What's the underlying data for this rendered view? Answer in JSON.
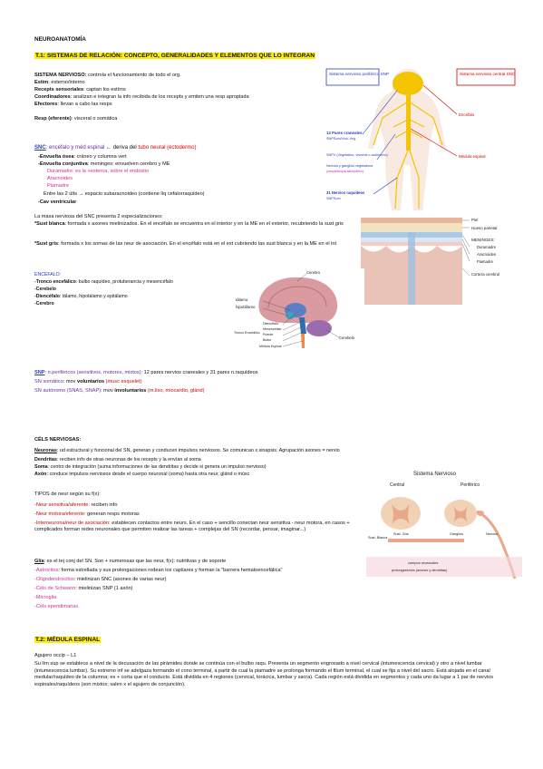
{
  "title": "NEUROANATOMÍA",
  "t1": {
    "heading": "T.1: SISTEMAS DE RELACIÓN: CONCEPTO, GENERALIDADES Y ELEMENTOS QUE LO INTEGRAN",
    "sn_label": "SISTEMA NERVIOSO:",
    "sn_text": " controla el funcionamiento de todo el org.",
    "estim_label": "Estím",
    "estim_text": ": externo/interno",
    "recep_label": "Recepts sensoriales",
    "recep_text": ": captan los estíms",
    "coord_label": "Coordinadores",
    "coord_text": ": analizan e integran la info recibida de los recepts y emiten una resp apropiada",
    "efect_label": "Efectores",
    "efect_text": ": llevan a cabo las resps",
    "resp_label": "Resp (eferente)",
    "resp_text": ": visceral o somática",
    "snc_label": "SNC",
    "snc_desc": ": encéfalo y méd espinal",
    "snc_arrow": " ← deriva del ",
    "snc_tube": "tubo neural (ectodermo)",
    "env_osea_label": "-Envuelta ósea",
    "env_osea_text": ": cráneo y columna vert",
    "env_conj_label": "-Envuelta conjuntiva",
    "env_conj_text": ": meninges: envuelven cerebro y ME",
    "duramadre": "Duramadre: es la +externa, sobre el endostio",
    "aracnoides": "Aracnoides",
    "piamadre": "Piamadre",
    "entre": "Entre las 2 últs → espacio subaracnoideo (contiene líq cefalorraquídeo)",
    "cav_label": "-Cav ventricular",
    "masa": "La masa nerviosa del SNC presenta 2 especializaciones:",
    "blanca_label": "*Sust blanca",
    "blanca_text": ": formada x axones mielinizados. En el encéfalo se encuentra en el interior y en la ME en el exterior, recubriendo la sust gris",
    "gris_label": "*Sust gris",
    "gris_text": ": formada x los somas de las neur de asociación. En el encéfalo está en el ext cubriendo las sust blanca y en la ME en el int",
    "enc_title": "ENCÉFALO:",
    "tronco_label": "-Tronco encefálico",
    "tronco_text": ": bulbo raquídeo, protuberancia y mesencéfalo",
    "cerebelo": "-Cerebelo",
    "dience_label": "-Diencéfalo",
    "dience_text": ": tálamo, hipotálamo y epitálamo",
    "cerebro": "-Cerebro",
    "snp_label": "SNP",
    "snp_desc": ": n.periféricos (sensitivos, motores, mixtos)",
    "snp_text": ": 12 pares nervios craneales y 31 pares n.raquídeos",
    "snsom_label": "SN somático",
    "snsom_text": ": mov ",
    "snsom_vol": "voluntarios",
    "snsom_paren": " (musc esquelet)",
    "snaut_label": "SN autónomo (SNAS, SNAP)",
    "snaut_text": ": mov ",
    "snaut_invol": "involuntarios",
    "snaut_paren": " (m.liso, miocardio, glánd)",
    "cels_title": "CÉLS NERVIOSAS:",
    "neur_label": "Neuronas",
    "neur_text": ": ud estructural y funcional del SN, generan y conducen impulsos nerviosos. Se comunican x sinapsis. Agrupación axones = nervio",
    "dend_label": "Dendritas",
    "dend_text": ": reciben info de otras neuronas de los recepts y la envían al soma",
    "soma_label": "Soma",
    "soma_text": ": centro de integración (suma informaciones de las dendritas y decide si genera un impulso nervioso)",
    "axon_label": "Axón",
    "axon_text": ": conduce impulsos nerviosos desde el cuerpo neuronal (soma) hasta otra neur, glánd o músc",
    "tipos": "TIPOS de neur según su f(x):",
    "sens_label": "-Neur sensitiva/aferente:",
    "sens_text": " reciben info",
    "mot_label": "-Neur motora/eferente:",
    "mot_text": " generan resps motoras",
    "inter_label": "-Interneurona/neur de asociación:",
    "inter_text": " establecen contactos entre neurs. En el caso + sencillo conectan neur sensitiva - neur motora, en casos + complicados forman redes neuronales que permiten realizar las tareas + complejas del SN (recordar, pensar, imaginar...)",
    "glia_label": "Glía",
    "glia_text": ": es el tej conj del SN. Son + numerosas que las neur, f(x): nutritivas y de soporte",
    "astro_label": "-Astrocitos",
    "astro_text": ": forma estrellada y sus prolongaciones rodean los capilares y forman la \"barrera hematoencefálica\"",
    "oligo_label": "-Oligodendrocitos",
    "oligo_text": ": mielinizan SNC (axones de varias neur)",
    "schw_label": "-Céls de Schwann",
    "schw_text": ": mielinizan SNP (1 axón)",
    "micro": "-Microglia",
    "epend": "-Céls ependimarias"
  },
  "t2": {
    "heading": "T.2: MÉDULA ESPINAL",
    "agujero": "Agujero occip – L1",
    "p1": "Su lím sup se establece a nivel de la decusación de las pirámides donde se continúa con el bulbo raqu. Presenta un segmento engrosado a nivel cervical (intumescencia cervical) y otro a nivel lumbar (intumescencia lumbar). Su extremo inf se adelgaza formando el cono terminal, a partir de cual la piamadre se prolonga formando el filum terminal, el cual se fija a nivel del sacro. Está alojada en el canal medular/raquídeo de la columna; es + corta que el conducto. Está dividida en 4 regiones (cervical, torácica, lumbar y sacra). Cada región está dividida en segmentos y cada uno da lugar a 1 par de nervios espinales/raquídeos (son mixtos; salen x el agujero de conjunción)."
  },
  "fig1": {
    "snp_box": "Sistema nervioso periférico SNP",
    "snc_box": "Sistema nervioso central SNC",
    "encefalo": "Encéfalo",
    "pares": "12 Pares craneales",
    "snps": "SNPSom/Vísc-Veg.",
    "snpv": "SNPV (Vegetativo, visceral o autónomo)",
    "nervios": "Nervios y ganglios vegetativos",
    "simpatico": "(simpático/parasimpático)",
    "medula": "Médula espinal",
    "raq": "31 Nervios raquídeos",
    "snpsom": "SNPSom"
  },
  "fig2": {
    "piel": "Piel",
    "hueso": "Hueso parietal",
    "meninges": "MENINGES:",
    "dura": "Duramadre",
    "arac": "Aracnoides",
    "pia": "Piamadre",
    "corteza": "Corteza cerebral"
  },
  "fig3": {
    "cerebro": "Cerebro",
    "talamo": "tálamo",
    "hipo": "hipotálamo",
    "dience": "Diencéfalo",
    "meso": "Mesencéfalo",
    "tronco": "Tronco Encefálico",
    "puente": "Puente",
    "bulbo": "Bulbo",
    "medula": "Médula Espinal",
    "cerebelo": "Cerebelo"
  },
  "fig4": {
    "title": "Sistema Nervioso",
    "central": "Central",
    "periferico": "Periférico",
    "blanca": "Sust. Blanca",
    "gris": "Sust. Gris",
    "ganglios": "Ganglios",
    "nervios": "Nervios",
    "cuerpos": "cuerpos neuronales",
    "prolong": "prolongaciones (axones y dendritas)"
  }
}
